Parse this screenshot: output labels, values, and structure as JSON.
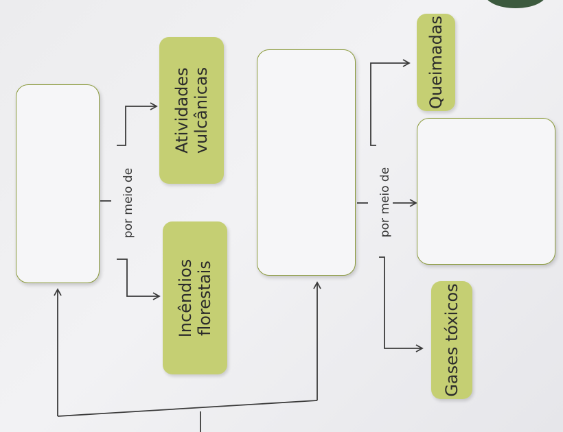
{
  "connector_label": "por meio de",
  "nodes": {
    "atividades_vulcanicas": [
      "Atividades",
      "vulcânicas"
    ],
    "incendios_florestais": [
      "Incêndios",
      "florestais"
    ],
    "queimadas": "Queimadas",
    "gases_toxicos": "Gases tóxicos"
  },
  "colors": {
    "node_fill": "#c5cf73",
    "box_border": "#8a9a3a",
    "line": "#3a3a3a"
  }
}
